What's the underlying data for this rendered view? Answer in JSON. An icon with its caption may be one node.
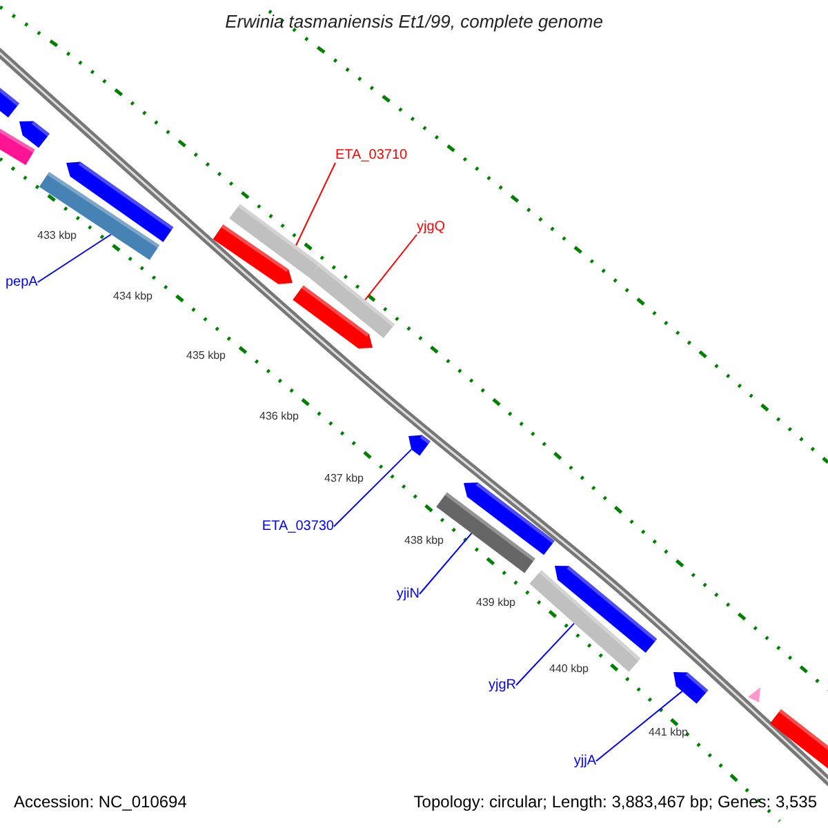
{
  "diagram": {
    "title": "Erwinia tasmaniensis Et1/99, complete genome",
    "nodes": [
      {
        "text": [
          "ETA_03710"
        ]
      },
      {
        "text": [],
        "shape": "bar"
      },
      {
        "text": [
          "yjgQ"
        ]
      },
      {
        "text": [],
        "shape": "bar"
      },
      {
        "text": [
          "pepA"
        ]
      },
      {
        "text": [],
        "shape": "bar"
      },
      {
        "text": [
          "ETA_03730"
        ]
      },
      {
        "text": [],
        "shape": "arrow"
      },
      {
        "text": [
          "yjiN"
        ]
      },
      {
        "text": [],
        "shape": "bar"
      },
      {
        "text": [
          "yjgR"
        ]
      },
      {
        "text": [],
        "shape": "bar"
      },
      {
        "text": [
          "yjjA"
        ]
      },
      {
        "text": [],
        "shape": "arrow"
      },
      {
        "text": [],
        "shape": "bar"
      },
      {
        "text": [],
        "shape": "arrow"
      },
      {
        "text": [],
        "shape": "bar"
      },
      {
        "text": [],
        "shape": "arrow"
      },
      {
        "text": [],
        "shape": "arrow"
      },
      {
        "text": [],
        "shape": "arrow"
      },
      {
        "text": [],
        "shape": "arrow"
      },
      {
        "text": [],
        "shape": "arrow"
      },
      {
        "text": [],
        "shape": "bar"
      },
      {
        "text": [],
        "shape": "triangle"
      }
    ],
    "edges": [
      {
        "from": 0,
        "to": 1,
        "arrow": "none",
        "color": "#ff0000"
      },
      {
        "from": 2,
        "to": 3,
        "arrow": "none",
        "color": "#ff0000"
      },
      {
        "from": 4,
        "to": 5,
        "arrow": "none"
      },
      {
        "from": 6,
        "to": 7,
        "arrow": "none"
      },
      {
        "from": 8,
        "to": 9,
        "arrow": "none"
      },
      {
        "from": 10,
        "to": 11,
        "arrow": "none"
      },
      {
        "from": 12,
        "to": 13,
        "arrow": "none"
      }
    ],
    "labels": [
      "433 kbp",
      "434 kbp",
      "435 kbp",
      "436 kbp",
      "437 kbp",
      "438 kbp",
      "439 kbp",
      "440 kbp",
      "441 kbp",
      "Accession: NC_010694",
      "Topology: circular; Length: 3,883,467 bp; Genes: 3,535"
    ]
  }
}
